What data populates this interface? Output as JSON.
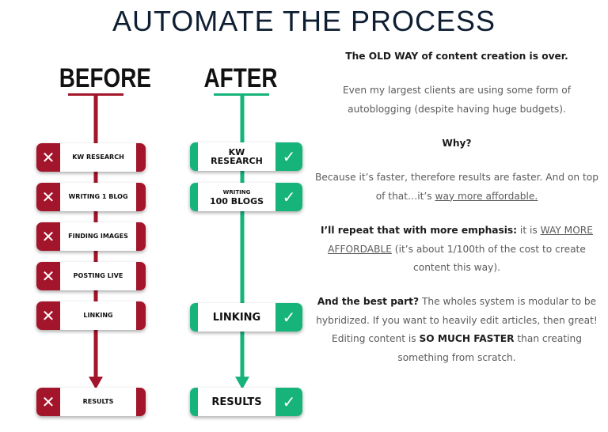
{
  "title": "AUTOMATE THE PROCESS",
  "before": {
    "heading": "BEFORE",
    "steps": [
      "KW RESEARCH",
      "WRITING 1 BLOG",
      "FINDING IMAGES",
      "POSTING LIVE",
      "LINKING",
      "RESULTS"
    ]
  },
  "after": {
    "heading": "AFTER",
    "steps": [
      {
        "line1": "KW",
        "line2": "RESEARCH"
      },
      {
        "line1": "WRITING",
        "line2": "100 BLOGS"
      },
      {
        "line1": "LINKING"
      },
      {
        "line1": "RESULTS"
      }
    ]
  },
  "colors": {
    "before_red": "#a3152a",
    "after_green": "#16b37a",
    "title_navy": "#0f1f33"
  },
  "icons": {
    "before": "x-mark-icon",
    "after": "check-mark-icon"
  },
  "text": {
    "p1": "The OLD WAY of content creation is over.",
    "p2": "Even my largest clients are using some form of autoblogging (despite having huge budgets).",
    "p3": "Why?",
    "p4a": "Because it’s faster, therefore results are faster. And on top of that…it’s ",
    "p4b": "way more affordable.",
    "p5a": "I’ll repeat that with more emphasis:",
    "p5b": " it is ",
    "p5c": "WAY MORE AFFORDABLE",
    "p5d": " (it’s about 1/100th of the cost to create content this way).",
    "p6a": "And the best part?",
    "p6b": " The wholes system is modular to be hybridized. If you want to heavily edit articles, then great! Editing content is ",
    "p6c": "SO MUCH FASTER",
    "p6d": " than creating something from scratch."
  }
}
